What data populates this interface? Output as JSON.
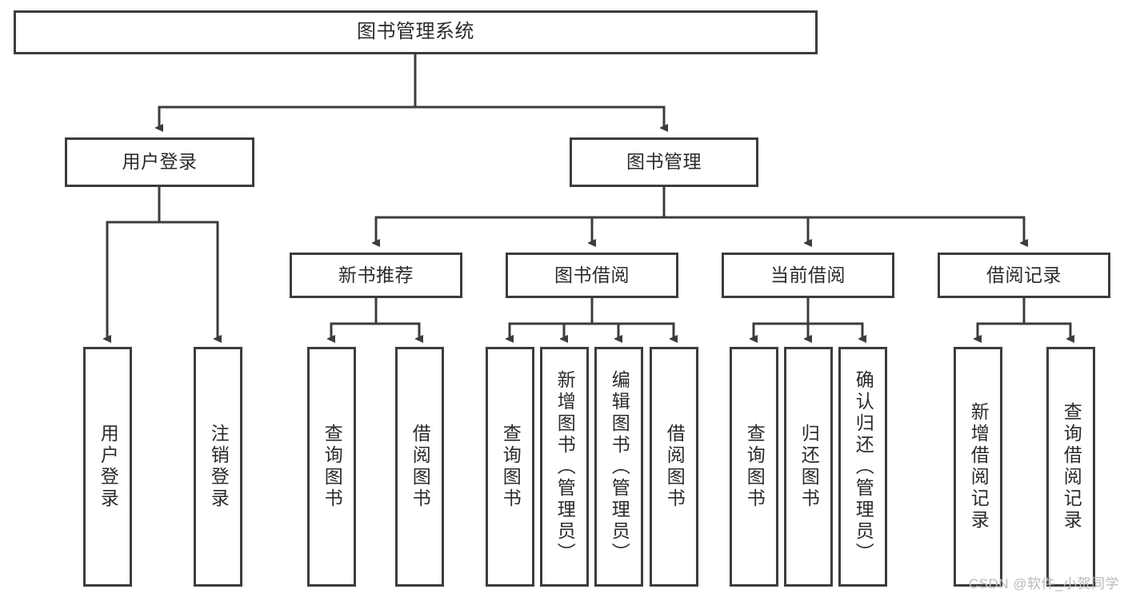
{
  "diagram": {
    "title": "图书管理系统",
    "watermark": "CSDN @软件_小贺同学",
    "theme": {
      "stroke": "#3c3c3c",
      "fill": "#ffffff",
      "text": "#2b2b2b",
      "watermark_color": "#b9b9b9"
    },
    "levels": {
      "root": {
        "label": "图书管理系统"
      },
      "level2": [
        {
          "id": "user-login",
          "label": "用户登录"
        },
        {
          "id": "book-management",
          "label": "图书管理"
        }
      ],
      "level3": [
        {
          "id": "new-book-recommend",
          "label": "新书推荐",
          "parent": "book-management"
        },
        {
          "id": "book-borrow",
          "label": "图书借阅",
          "parent": "book-management"
        },
        {
          "id": "current-borrow",
          "label": "当前借阅",
          "parent": "book-management"
        },
        {
          "id": "borrow-record",
          "label": "借阅记录",
          "parent": "book-management"
        }
      ],
      "leaves": [
        {
          "id": "leaf-user-login",
          "label": "用户登录",
          "parent": "user-login"
        },
        {
          "id": "leaf-logout-login",
          "label": "注销登录",
          "parent": "user-login"
        },
        {
          "id": "leaf-query-book-1",
          "label": "查询图书",
          "parent": "new-book-recommend"
        },
        {
          "id": "leaf-borrow-book-1",
          "label": "借阅图书",
          "parent": "new-book-recommend"
        },
        {
          "id": "leaf-query-book-2",
          "label": "查询图书",
          "parent": "book-borrow"
        },
        {
          "id": "leaf-add-book",
          "label": "新增图书（管理员）",
          "parent": "book-borrow"
        },
        {
          "id": "leaf-edit-book",
          "label": "编辑图书（管理员）",
          "parent": "book-borrow"
        },
        {
          "id": "leaf-borrow-book-2",
          "label": "借阅图书",
          "parent": "book-borrow"
        },
        {
          "id": "leaf-query-book-3",
          "label": "查询图书",
          "parent": "current-borrow"
        },
        {
          "id": "leaf-return-book",
          "label": "归还图书",
          "parent": "current-borrow"
        },
        {
          "id": "leaf-confirm-return",
          "label": "确认归还（管理员）",
          "parent": "current-borrow"
        },
        {
          "id": "leaf-add-record",
          "label": "新增借阅记录",
          "parent": "borrow-record"
        },
        {
          "id": "leaf-query-record",
          "label": "查询借阅记录",
          "parent": "borrow-record"
        }
      ]
    }
  }
}
